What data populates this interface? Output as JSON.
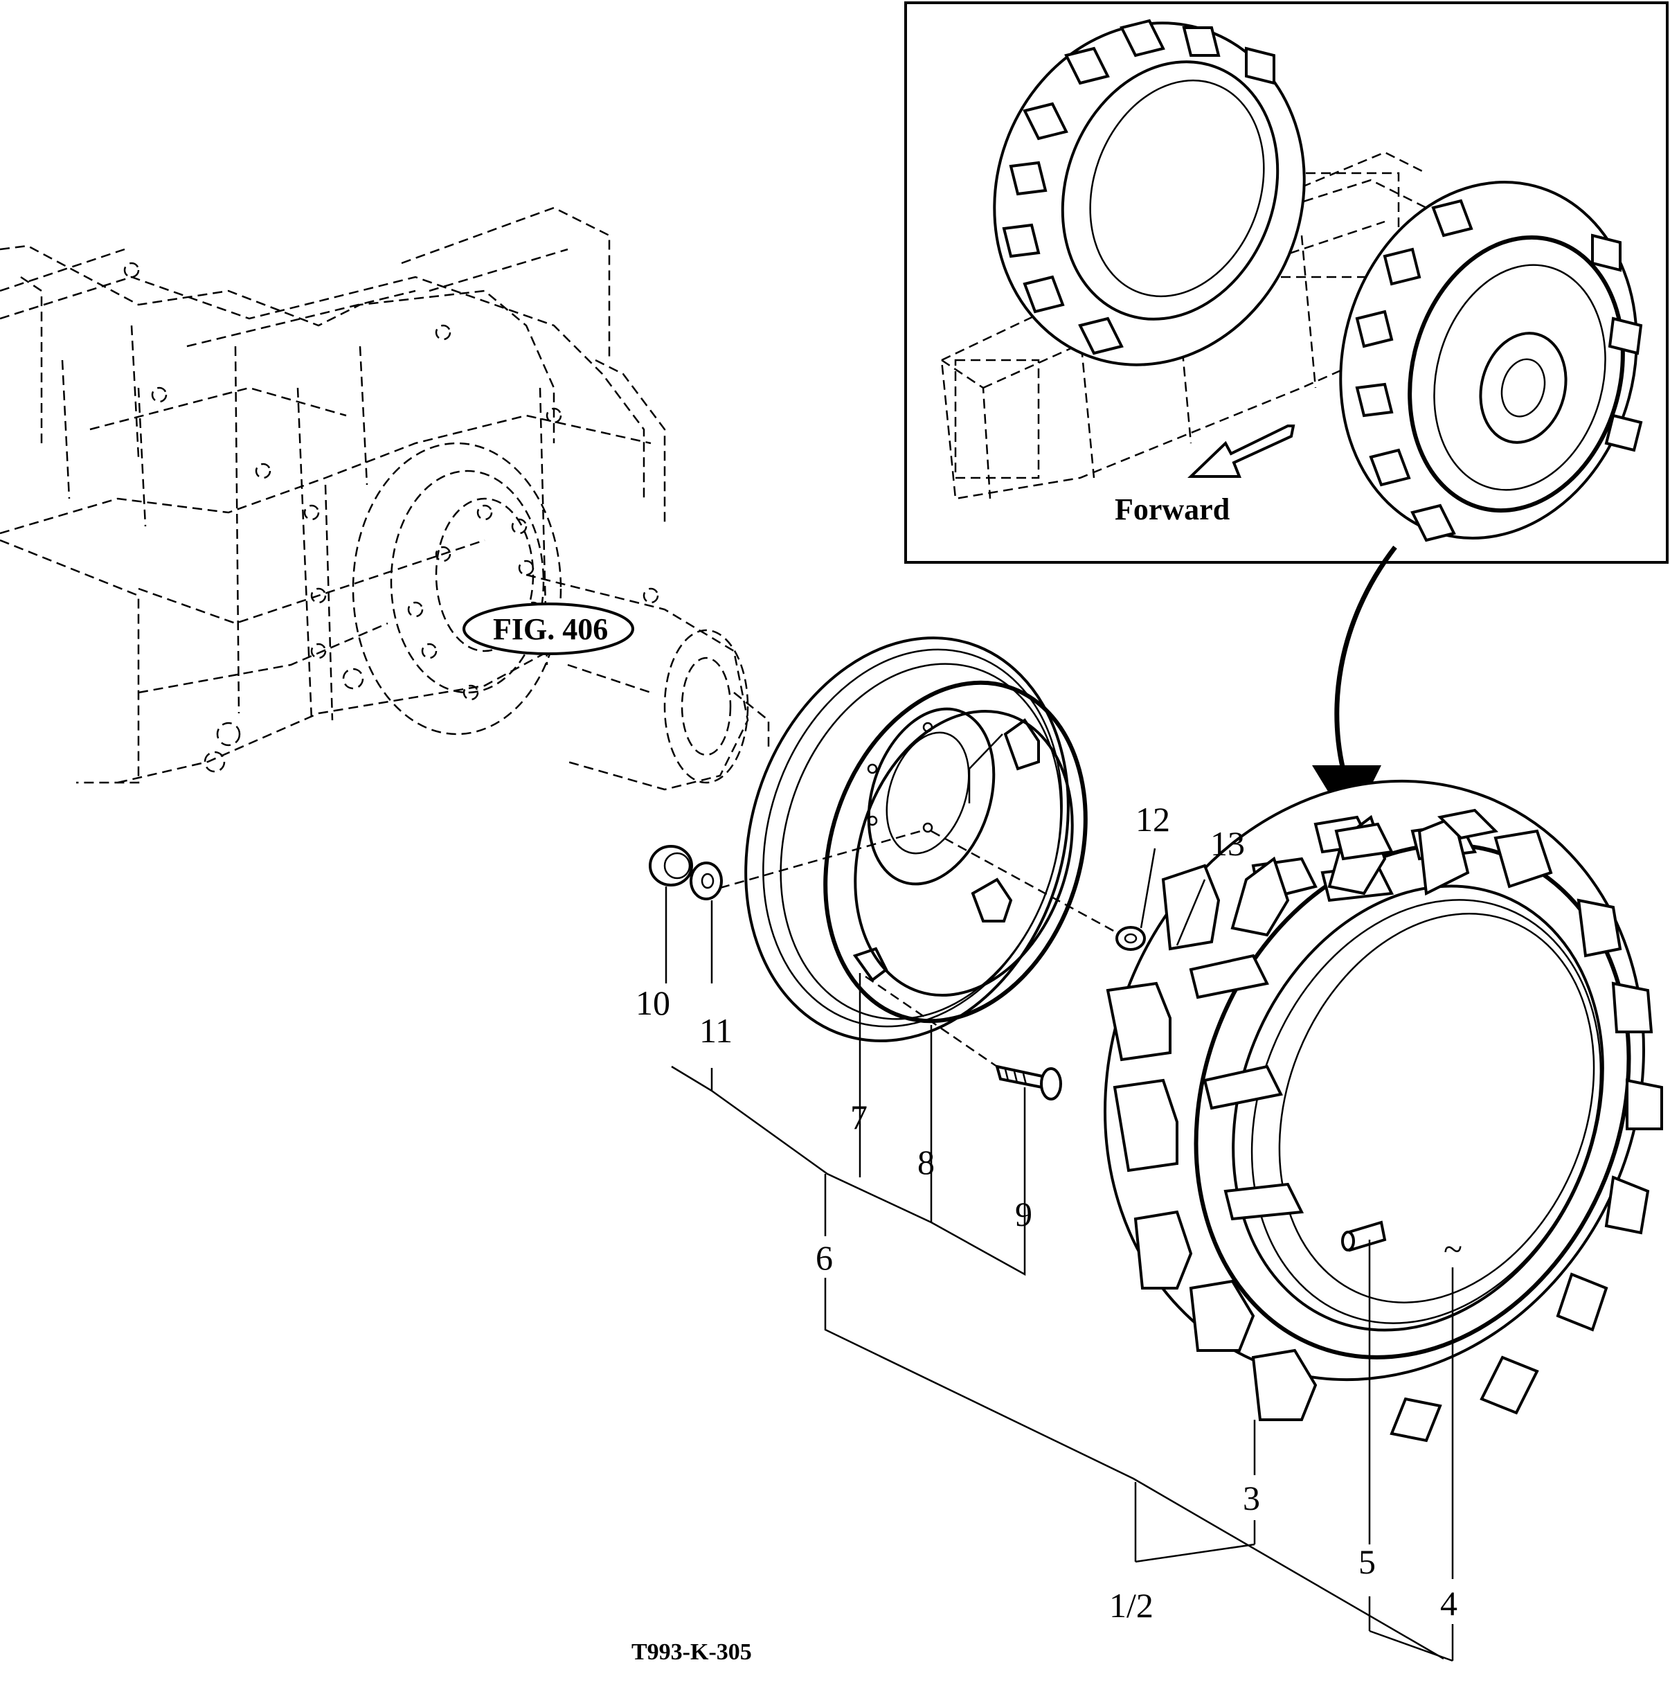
{
  "inset": {
    "forward_label": "Forward"
  },
  "figure_ref": "FIG. 406",
  "drawing_number": "T993-K-305",
  "callouts": {
    "c1_2": "1/2",
    "c3": "3",
    "c4": "4",
    "c5": "5",
    "c6": "6",
    "c7": "7",
    "c8": "8",
    "c9": "9",
    "c10": "10",
    "c11": "11",
    "c12": "12",
    "c13": "13"
  },
  "valve_tilde": "~"
}
